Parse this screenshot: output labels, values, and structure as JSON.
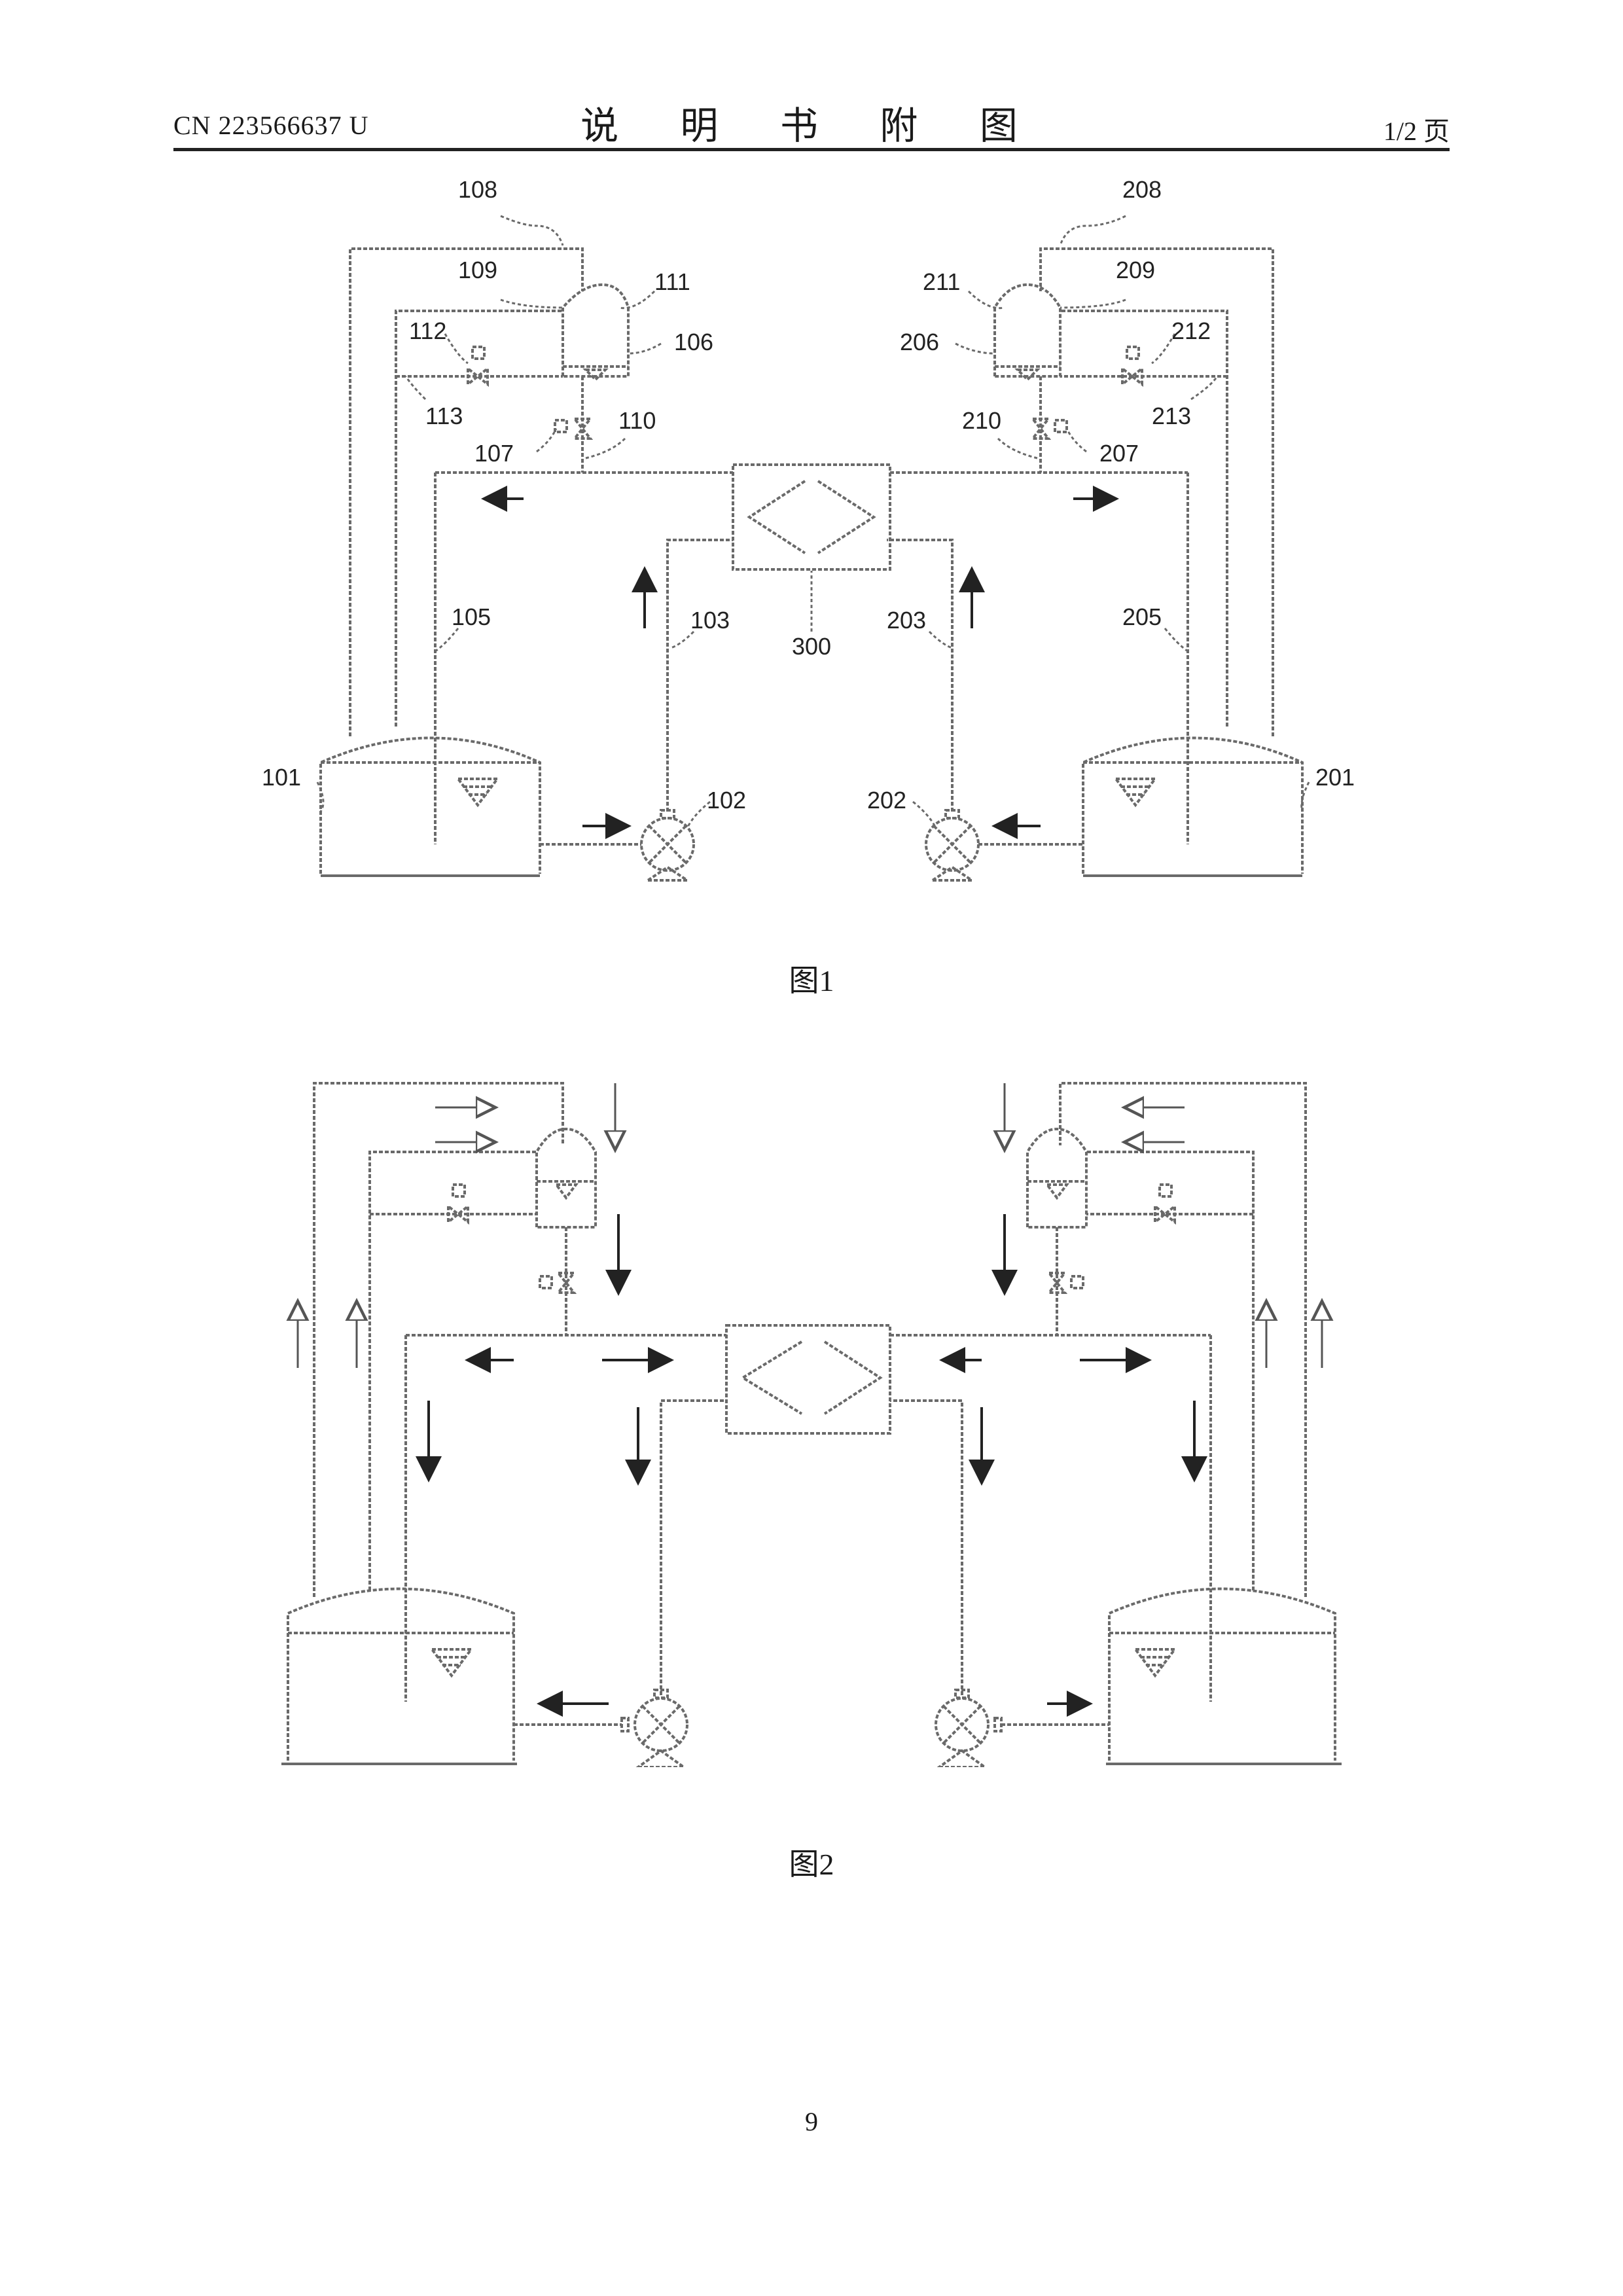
{
  "header": {
    "doc_number": "CN 223566637 U",
    "title": "说 明 书 附 图",
    "page_fraction": "1/2 页"
  },
  "figure1": {
    "caption": "图1",
    "labels": {
      "l101": "101",
      "l102": "102",
      "l103": "103",
      "l105": "105",
      "l106": "106",
      "l107": "107",
      "l108": "108",
      "l109": "109",
      "l110": "110",
      "l111": "111",
      "l112": "112",
      "l113": "113",
      "l201": "201",
      "l202": "202",
      "l203": "203",
      "l205": "205",
      "l206": "206",
      "l207": "207",
      "l208": "208",
      "l209": "209",
      "l210": "210",
      "l211": "211",
      "l212": "212",
      "l213": "213",
      "l300": "300"
    }
  },
  "figure2": {
    "caption": "图2"
  },
  "footer": {
    "page_number": "9"
  }
}
